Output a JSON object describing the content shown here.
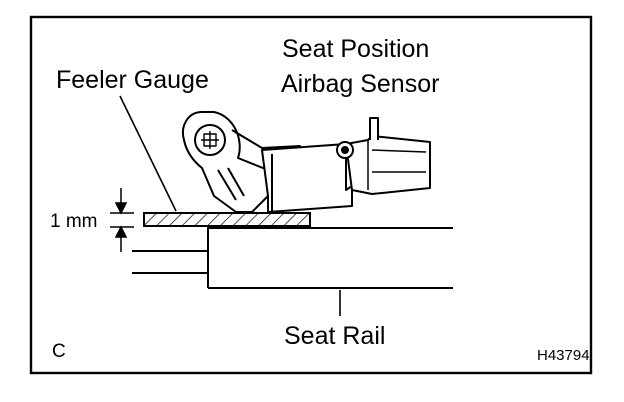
{
  "labels": {
    "sensor_line1": "Seat Position",
    "sensor_line2": "Airbag Sensor",
    "feeler_gauge": "Feeler Gauge",
    "gap": "1 mm",
    "seat_rail": "Seat Rail",
    "corner_letter": "C",
    "figure_code": "H43794"
  },
  "colors": {
    "line": "#000000",
    "background": "#ffffff"
  }
}
